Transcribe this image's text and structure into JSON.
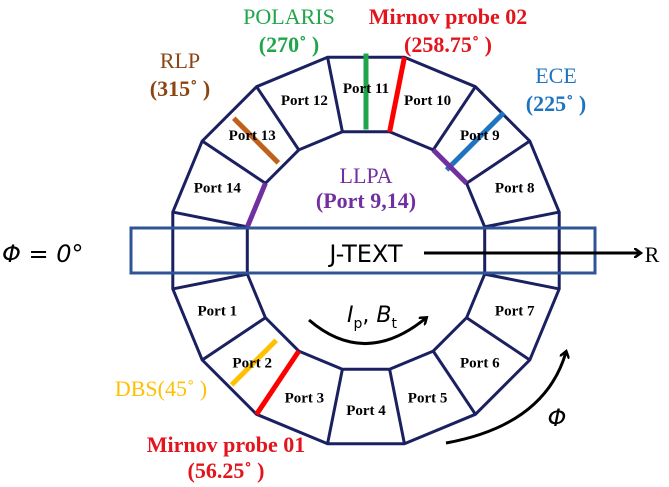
{
  "colors": {
    "ring": "#1b2060",
    "vessel_box": "#2f5597",
    "polaris": "#1fa64a",
    "mirnov": "#ff0000",
    "mirnov_text": "#e3141c",
    "rlp_text": "#8b4513",
    "rlp_line": "#c0601a",
    "ece": "#1f74c0",
    "llpa": "#7030a0",
    "dbs": "#ffc000"
  },
  "device_label": "J-TEXT",
  "phi_origin_label": "Φ = 0°",
  "r_axis_label": "R",
  "phi_direction_label": "Φ",
  "current_field": {
    "i": "I",
    "p": "p",
    "sep": ", ",
    "b": "B",
    "t": "t"
  },
  "ports": [
    "Port 1",
    "Port 2",
    "Port 3",
    "Port 4",
    "Port 5",
    "Port 6",
    "Port 7",
    "Port 8",
    "Port 9",
    "Port 10",
    "Port 11",
    "Port 12",
    "Port 13",
    "Port 14"
  ],
  "diagnostics": {
    "polaris": {
      "name": "POLARIS",
      "angle_label": "(270˚ )",
      "phi_deg": 270
    },
    "mirnov02": {
      "name": "Mirnov probe 02",
      "angle_label": "(258.75˚ )",
      "phi_deg": 258.75
    },
    "rlp": {
      "name": "RLP",
      "angle_label": "(315˚ )",
      "phi_deg": 315
    },
    "ece": {
      "name": "ECE",
      "angle_label": "(225˚ )",
      "phi_deg": 225
    },
    "llpa": {
      "name": "LLPA",
      "angle_label": "(Port 9,14)"
    },
    "dbs": {
      "name": "DBS(45˚ )",
      "phi_deg": 45
    },
    "mirnov01": {
      "name": "Mirnov probe 01",
      "angle_label": "(56.25˚ )",
      "phi_deg": 56.25
    }
  }
}
